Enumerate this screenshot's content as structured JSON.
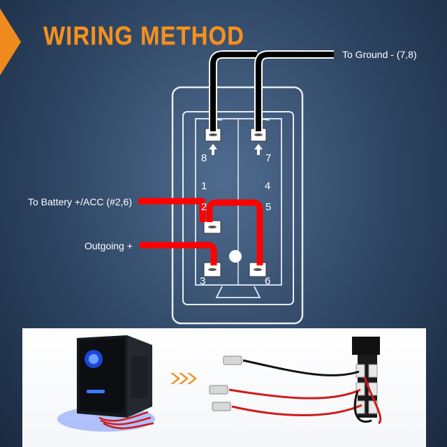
{
  "header": {
    "title": "WIRING METHOD"
  },
  "wire_labels": {
    "ground": "To Ground - (7,8)",
    "battery": "To Battery +/ACC (#2,6)",
    "outgoing": "Outgoing +"
  },
  "pin_numbers": {
    "p8": "8",
    "p7": "7",
    "p1": "1",
    "p4": "4",
    "p2": "2",
    "p5": "5",
    "p3": "3",
    "p6": "6"
  },
  "colors": {
    "title": "#f39121",
    "ground_wire": "#000000",
    "power_wire": "#ff0000",
    "switch_outline": "#e6ecf2",
    "accent_arrow": "#f39121",
    "backlight": "#2a5cff"
  },
  "illustrations": {
    "left_product": "rocker-switch-with-blue-backlight",
    "arrow": "right-chevrons-icon",
    "right_product": "switch-with-wiring-harness"
  }
}
